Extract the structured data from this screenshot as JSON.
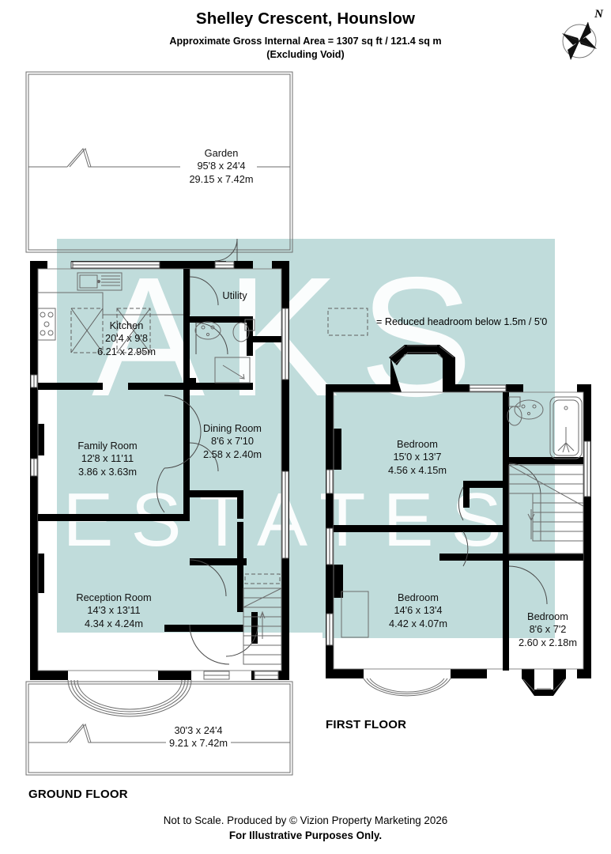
{
  "header": {
    "title": "Shelley Crescent, Hounslow",
    "subtitle_line1": "Approximate Gross Internal Area = 1307 sq ft / 121.4 sq m",
    "subtitle_line2": "(Excluding Void)"
  },
  "compass": {
    "north_label": "N",
    "icon": "compass-rose-icon"
  },
  "legend": {
    "reduced_headroom": "= Reduced headroom below 1.5m / 5'0"
  },
  "colors": {
    "overlay_teal": "#c0dcdb",
    "wall_black": "#000000",
    "thin_line": "#555555",
    "watermark_white": "#ffffff",
    "page_white": "#ffffff"
  },
  "watermark": {
    "line1": "AKS",
    "line2": "ESTATES"
  },
  "floors": [
    {
      "id": "ground",
      "name": "GROUND FLOOR",
      "rooms": [
        {
          "name": "Garden",
          "dim_imperial": "95'8 x 24'4",
          "dim_metric": "29.15 x 7.42m"
        },
        {
          "name": "Kitchen",
          "dim_imperial": "20'4 x 9'8",
          "dim_metric": "6.21 x 2.95m"
        },
        {
          "name": "Utility",
          "dim_imperial": "",
          "dim_metric": ""
        },
        {
          "name": "Family Room",
          "dim_imperial": "12'8 x 11'11",
          "dim_metric": "3.86 x 3.63m"
        },
        {
          "name": "Dining Room",
          "dim_imperial": "8'6 x 7'10",
          "dim_metric": "2.58 x 2.40m"
        },
        {
          "name": "Reception Room",
          "dim_imperial": "14'3 x 13'11",
          "dim_metric": "4.34 x 4.24m"
        }
      ],
      "front_plot": {
        "dim_imperial": "30'3 x 24'4",
        "dim_metric": "9.21 x 7.42m"
      }
    },
    {
      "id": "first",
      "name": "FIRST FLOOR",
      "rooms": [
        {
          "name": "Bedroom",
          "dim_imperial": "15'0 x 13'7",
          "dim_metric": "4.56 x 4.15m"
        },
        {
          "name": "Bedroom",
          "dim_imperial": "14'6 x 13'4",
          "dim_metric": "4.42 x 4.07m"
        },
        {
          "name": "Bedroom",
          "dim_imperial": "8'6 x 7'2",
          "dim_metric": "2.60 x 2.18m"
        }
      ]
    }
  ],
  "footer": {
    "line1": "Not to Scale. Produced by © Vizion Property Marketing 2026",
    "line2": "For Illustrative Purposes Only."
  }
}
